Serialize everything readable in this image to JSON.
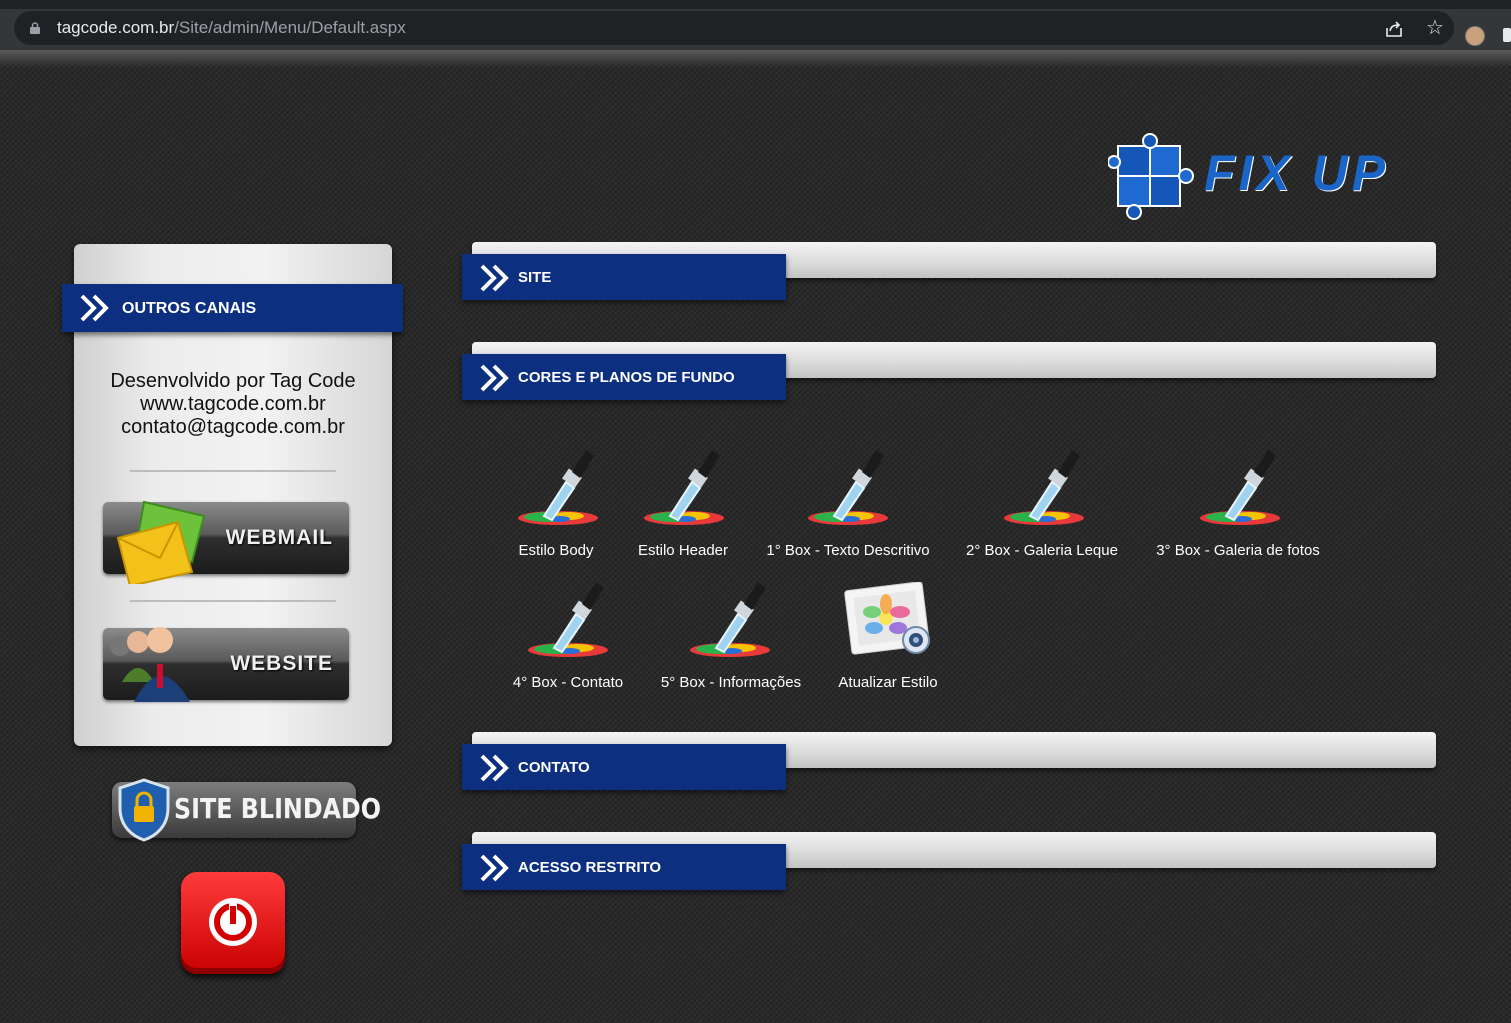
{
  "browser": {
    "url_host": "tagcode.com.br",
    "url_path": "/Site/admin/Menu/Default.aspx"
  },
  "logo": {
    "text": "FIX UP"
  },
  "sidebar": {
    "title": "OUTROS CANAIS",
    "dev_lines": [
      "Desenvolvido por Tag Code",
      "www.tagcode.com.br",
      "contato@tagcode.com.br"
    ],
    "webmail_label": "WEBMAIL",
    "website_label": "WEBSITE",
    "badge_label": "SITE BLINDADO"
  },
  "sections": [
    {
      "label": "SITE"
    },
    {
      "label": "CORES E PLANOS DE FUNDO"
    },
    {
      "label": "CONTATO"
    },
    {
      "label": "ACESSO RESTRITO"
    }
  ],
  "tools": [
    {
      "label": "Estilo Body",
      "icon": "dropper-icon"
    },
    {
      "label": "Estilo Header",
      "icon": "dropper-icon"
    },
    {
      "label": "1° Box - Texto Descritivo",
      "icon": "dropper-icon"
    },
    {
      "label": "2° Box - Galeria Leque",
      "icon": "dropper-icon"
    },
    {
      "label": "3° Box - Galeria de fotos",
      "icon": "dropper-icon"
    },
    {
      "label": "4° Box - Contato",
      "icon": "dropper-icon"
    },
    {
      "label": "5° Box - Informações",
      "icon": "dropper-icon"
    },
    {
      "label": "Atualizar Estilo",
      "icon": "photos-icon"
    }
  ],
  "colors": {
    "brand_blue": "#0c2f80",
    "logo_blue": "#1a66c8",
    "power_red": "#e00000"
  }
}
